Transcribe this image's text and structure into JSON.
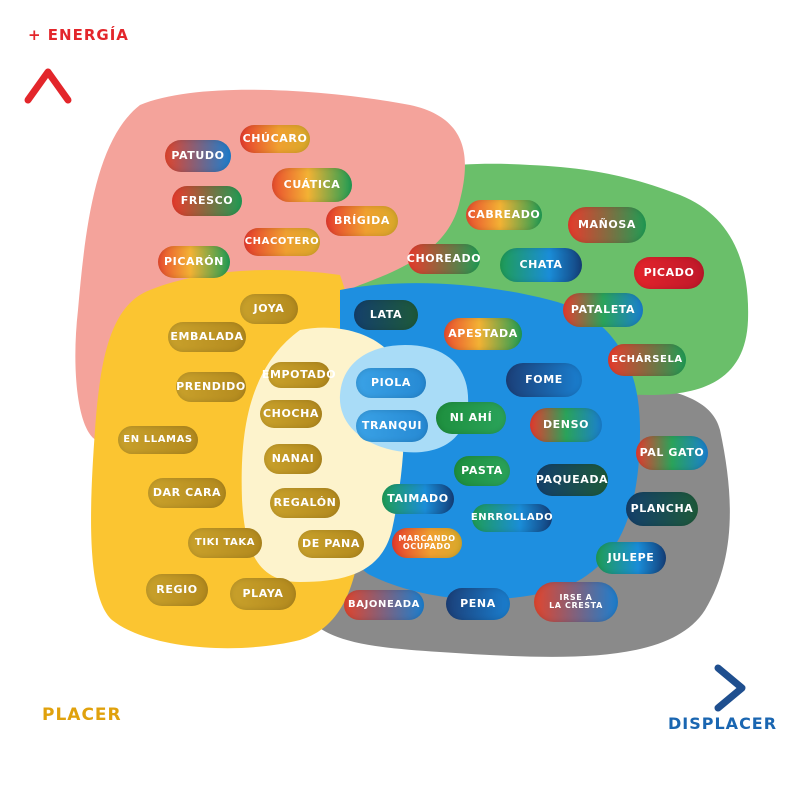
{
  "axes": {
    "y_label": "+ ENERGÍA",
    "x_start_label": "PLACER",
    "x_end_label": "DISPLACER"
  },
  "colors": {
    "pink_zone": "#f4a39b",
    "green_zone": "#6abf6a",
    "gray_zone": "#8a8a8a",
    "yellow_zone": "#fbc531",
    "cream_zone": "#fdf3cc",
    "blue_zone": "#1e8fe0",
    "lightblue_zone": "#a9dcf7",
    "axis_red": "#e3262b",
    "axis_yellow": "#f2b11a",
    "axis_blue": "#1f5aa0",
    "label_yellow": "#e0a10c",
    "label_blue": "#1a66b1"
  },
  "words": [
    {
      "id": "patudo",
      "text": "PATUDO",
      "style": "g-mix4"
    },
    {
      "id": "chucaro",
      "text": "CHÚCARO",
      "style": "g-warm"
    },
    {
      "id": "fresco",
      "text": "FRESCO",
      "style": "g-mix5"
    },
    {
      "id": "cuatica",
      "text": "CUÁTICA",
      "style": "g-mix1"
    },
    {
      "id": "brigida",
      "text": "BRÍGIDA",
      "style": "g-warm"
    },
    {
      "id": "chacotero",
      "text": "CHACOTERO",
      "style": "g-warm"
    },
    {
      "id": "picaron",
      "text": "PICARÓN",
      "style": "g-mix1"
    },
    {
      "id": "cabreado",
      "text": "CABREADO",
      "style": "g-mix1"
    },
    {
      "id": "manosa",
      "text": "MAÑOSA",
      "style": "g-mix5"
    },
    {
      "id": "choreado",
      "text": "CHOREADO",
      "style": "g-mix5"
    },
    {
      "id": "chata",
      "text": "CHATA",
      "style": "g-mix2"
    },
    {
      "id": "picado",
      "text": "PICADO",
      "style": "g-red"
    },
    {
      "id": "pataleta",
      "text": "PATALETA",
      "style": "g-mix3"
    },
    {
      "id": "echarsela",
      "text": "ECHÁRSELA",
      "style": "g-mix5"
    },
    {
      "id": "lata",
      "text": "LATA",
      "style": "g-dark"
    },
    {
      "id": "apestada",
      "text": "APESTADA",
      "style": "g-mix1"
    },
    {
      "id": "fome",
      "text": "FOME",
      "style": "g-navy"
    },
    {
      "id": "piola",
      "text": "PIOLA",
      "style": "g-light"
    },
    {
      "id": "tranqui",
      "text": "TRANQUI",
      "style": "g-light"
    },
    {
      "id": "ni_ahi",
      "text": "NI AHÍ",
      "style": "g-green"
    },
    {
      "id": "denso",
      "text": "DENSO",
      "style": "g-mix3"
    },
    {
      "id": "pasta",
      "text": "PASTA",
      "style": "g-green"
    },
    {
      "id": "paqueada",
      "text": "PAQUEADA",
      "style": "g-dark"
    },
    {
      "id": "taimado",
      "text": "TAIMADO",
      "style": "g-mix2"
    },
    {
      "id": "enrrollado",
      "text": "ENRROLLADO",
      "style": "g-mix2"
    },
    {
      "id": "marcando_ocupado",
      "text": "MARCANDO\nOCUPADO",
      "style": "g-warm"
    },
    {
      "id": "joya",
      "text": "JOYA",
      "style": "g-gold"
    },
    {
      "id": "embalada",
      "text": "EMBALADA",
      "style": "g-gold"
    },
    {
      "id": "prendido",
      "text": "PRENDIDO",
      "style": "g-gold"
    },
    {
      "id": "en_llamas",
      "text": "EN LLAMAS",
      "style": "g-gold"
    },
    {
      "id": "dar_cara",
      "text": "DAR CARA",
      "style": "g-gold"
    },
    {
      "id": "tiki_taka",
      "text": "TIKI TAKA",
      "style": "g-gold"
    },
    {
      "id": "regio",
      "text": "REGIO",
      "style": "g-gold"
    },
    {
      "id": "playa",
      "text": "PLAYA",
      "style": "g-gold"
    },
    {
      "id": "empotado",
      "text": "EMPOTADO",
      "style": "g-gold"
    },
    {
      "id": "chocha",
      "text": "CHOCHA",
      "style": "g-gold"
    },
    {
      "id": "nanai",
      "text": "NANAI",
      "style": "g-gold"
    },
    {
      "id": "regalon",
      "text": "REGALÓN",
      "style": "g-gold"
    },
    {
      "id": "de_pana",
      "text": "DE PANA",
      "style": "g-gold"
    },
    {
      "id": "pal_gato",
      "text": "PAL GATO",
      "style": "g-mix3"
    },
    {
      "id": "plancha",
      "text": "PLANCHA",
      "style": "g-dark"
    },
    {
      "id": "julepe",
      "text": "JULEPE",
      "style": "g-mix2"
    },
    {
      "id": "bajoneada",
      "text": "BAJONEADA",
      "style": "g-mix4"
    },
    {
      "id": "pena",
      "text": "PENA",
      "style": "g-navy"
    },
    {
      "id": "irse_a_la_cresta",
      "text": "IRSE A\nLA CRESTA",
      "style": "g-mix4"
    }
  ]
}
